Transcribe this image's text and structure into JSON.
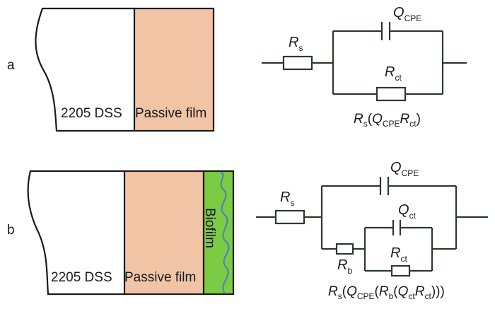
{
  "panels": [
    {
      "label": "a",
      "layers": {
        "substrate": "2205 DSS",
        "passive": "Passive film"
      },
      "circuit": {
        "rs": {
          "main": "R",
          "sub": "s"
        },
        "qcpe": {
          "main": "Q",
          "sub": "CPE"
        },
        "rct": {
          "main": "R",
          "sub": "ct"
        },
        "formula": {
          "p1": "R",
          "s1": "s",
          "p2": "(",
          "p3": "Q",
          "s3": "CPE",
          "p4": "R",
          "s4": "ct",
          "p5": ")"
        }
      }
    },
    {
      "label": "b",
      "layers": {
        "substrate": "2205 DSS",
        "passive": "Passive film",
        "biofilm": "Biofilm"
      },
      "circuit": {
        "rs": {
          "main": "R",
          "sub": "s"
        },
        "qcpe": {
          "main": "Q",
          "sub": "CPE"
        },
        "qct": {
          "main": "Q",
          "sub": "ct"
        },
        "rb": {
          "main": "R",
          "sub": "b"
        },
        "rct": {
          "main": "R",
          "sub": "ct"
        },
        "formula": {
          "p1": "R",
          "s1": "s",
          "p2": "(",
          "p3": "Q",
          "s3": "CPE",
          "p4": "(",
          "p5": "R",
          "s5": "b",
          "p6": "(",
          "p7": "Q",
          "s7": "ct",
          "p8": "R",
          "s8": "ct",
          "p9": ")))"
        }
      }
    }
  ],
  "colors": {
    "passive_film": "#f2c4a6",
    "biofilm": "#7ccb45",
    "biofilm_edge": "#4a7fc1",
    "line": "#1a1a1a",
    "circuit": "#2b3a2b"
  }
}
